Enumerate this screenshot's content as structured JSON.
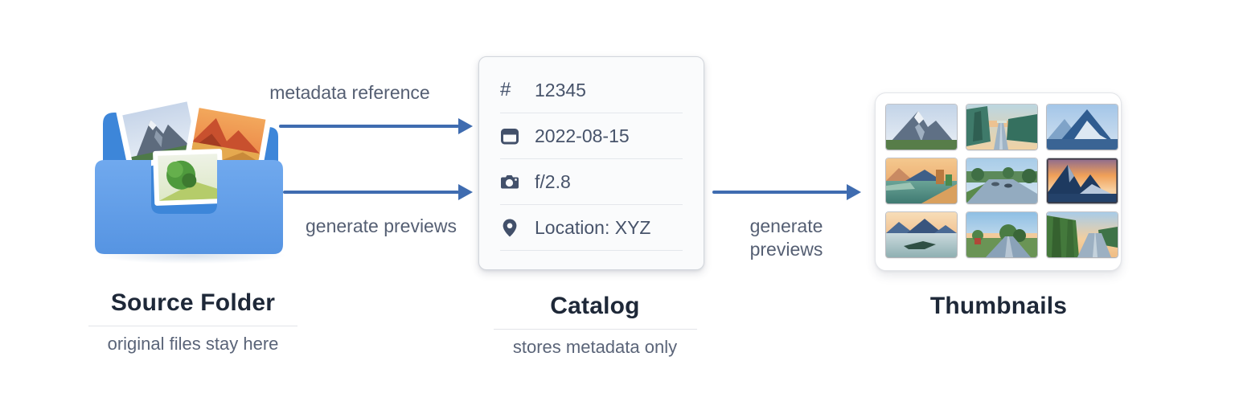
{
  "diagram": {
    "background": "#ffffff",
    "arrow_color": "#3f6cb0",
    "title_color": "#1e2838",
    "subtitle_color": "#5a6478",
    "card_background": "#fafbfc",
    "card_border": "#d2d6dc"
  },
  "source": {
    "title": "Source Folder",
    "subtitle": "original files stay here",
    "icon": "photo-folder-icon"
  },
  "arrows": {
    "metadata": {
      "label": "metadata reference",
      "direction": "right"
    },
    "generate_left": {
      "label": "generate previews",
      "direction": "right"
    },
    "generate_right": {
      "label": "generate previews",
      "direction": "right"
    }
  },
  "catalog": {
    "title": "Catalog",
    "subtitle": "stores metadata only",
    "rows": [
      {
        "icon": "hash-icon",
        "glyph": "#",
        "value": "12345"
      },
      {
        "icon": "calendar-icon",
        "value": "2022-08-15"
      },
      {
        "icon": "camera-icon",
        "value": "f/2.8"
      },
      {
        "icon": "location-pin-icon",
        "value": "Location: XYZ"
      }
    ]
  },
  "thumbnails": {
    "title": "Thumbnails",
    "items": [
      "mountain peak daylight",
      "tree-lined road at dusk",
      "blue mountains with snow",
      "sunset lake with shore town",
      "country road with trees",
      "sunset mountain silhouettes",
      "lake at sunset with hills",
      "road curving past trees",
      "forest road at sunset"
    ]
  }
}
